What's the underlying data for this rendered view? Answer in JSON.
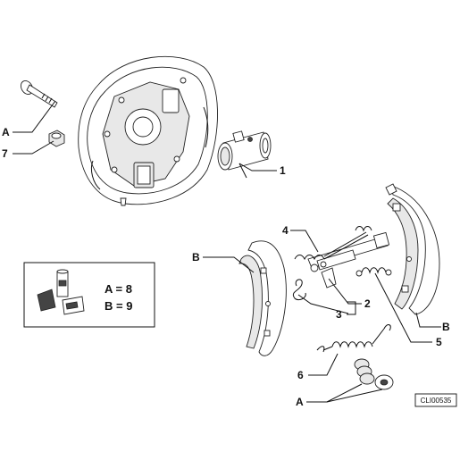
{
  "callouts": {
    "c1": "1",
    "c2": "2",
    "c3": "3",
    "c4": "4",
    "c5": "5",
    "c6": "6",
    "c7": "7",
    "cA_top": "A",
    "cA_bottom": "A",
    "cB_left": "B",
    "cB_right": "B"
  },
  "legend": {
    "line1": "A = 8",
    "line2": "B = 9"
  },
  "reference": "CLI00535"
}
